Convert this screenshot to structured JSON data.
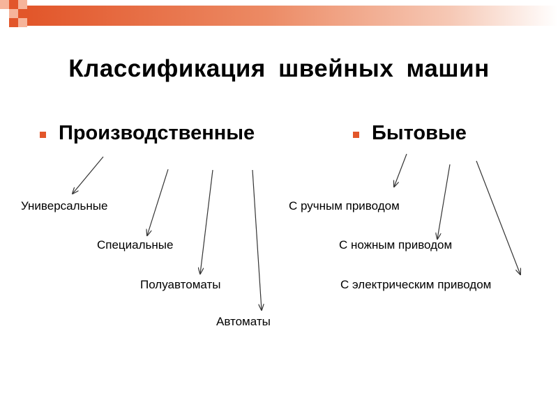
{
  "title": "Классификация  швейных  машин",
  "categories": [
    {
      "label": "Производственные",
      "items": [
        "Универсальные",
        "Специальные",
        "Полуавтоматы",
        "Автоматы"
      ]
    },
    {
      "label": "Бытовые",
      "items": [
        "С ручным приводом",
        "С ножным приводом",
        "С электрическим приводом"
      ]
    }
  ],
  "colors": {
    "accent": "#e2562a",
    "accent_light": "#f6b49a",
    "text": "#000000",
    "arrow": "#333333"
  }
}
